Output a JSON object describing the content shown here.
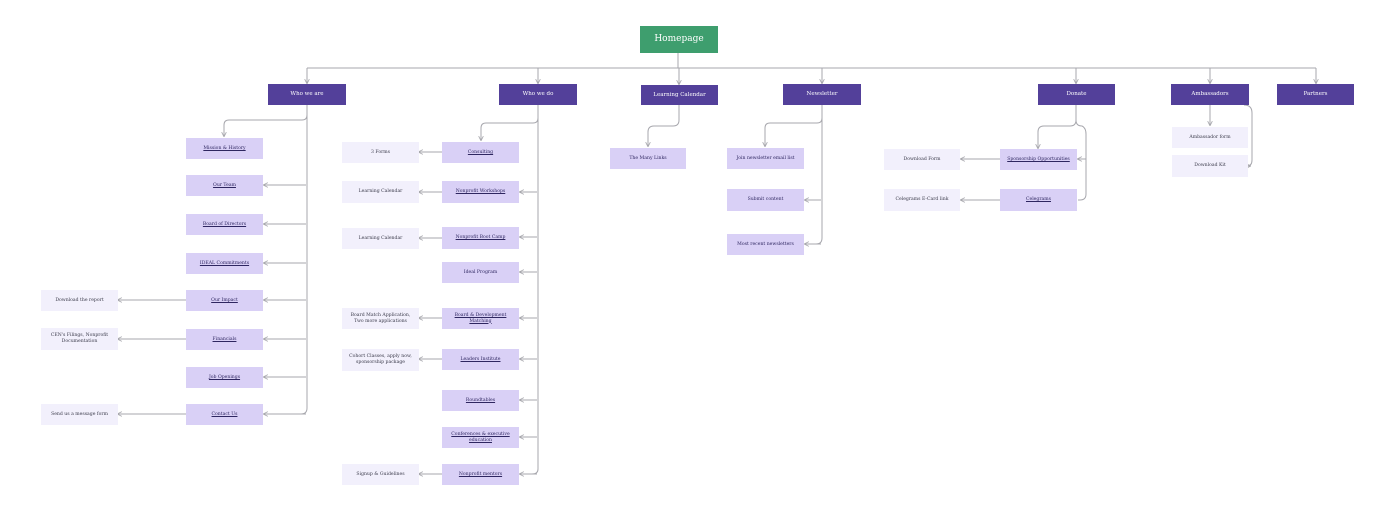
{
  "diagram": {
    "root": "Homepage",
    "sections": {
      "who_we_are": "Who we are",
      "who_we_do": "Who we do",
      "learning_calendar": "Learning Calendar",
      "newsletter": "Newsletter",
      "donate": "Donate",
      "ambassadors": "Ambassadors",
      "partners": "Partners"
    },
    "who_we_are_pages": {
      "mission": "Mission & History",
      "team": "Our Team",
      "board": "Board of Directors",
      "ideas": "IDEAL Commitments",
      "impact": "Our Impact",
      "financials": "Financials",
      "jobs": "Job Openings",
      "contact": "Contact Us"
    },
    "who_we_are_externals": {
      "report": "Download the report",
      "filings": "CEN's Filings, Nonprofit Documentation",
      "message": "Send us a message form"
    },
    "who_we_do_pages": {
      "consulting": "Consulting",
      "workshops": "Nonprofit Workshops",
      "boot_camp": "Nonprofit Boot Camp",
      "ideal_program": "Ideal Program",
      "board_dev": "Board & Development Matching",
      "leaders": "Leaders Institute",
      "roundtables": "Roundtables",
      "conferences": "Conferences & executive education",
      "mentors": "Nonprofit mentors"
    },
    "who_we_do_externals": {
      "forms": "3 Forms",
      "cal1": "Learning Calendar",
      "cal2": "Learning Calendar",
      "board_match": "Board Match Application, Two more applications",
      "cohort": "Cohort Classes, apply now, sponsorship package",
      "signup": "Signup & Guidelines"
    },
    "learning_calendar_pages": {
      "many_links": "The Many Links"
    },
    "newsletter_pages": {
      "join": "Join newsletter email list",
      "submit": "Submit content",
      "recent": "Most recent newsletters"
    },
    "donate_pages": {
      "sponsorship": "Sponsorship Opportunities",
      "celegrams": "Celegrams"
    },
    "donate_externals": {
      "download_form": "Download Form",
      "ecard": "Celegrams E-Card link"
    },
    "ambassadors_pages": {
      "form": "Ambassador form",
      "kit": "Download Kit"
    }
  }
}
